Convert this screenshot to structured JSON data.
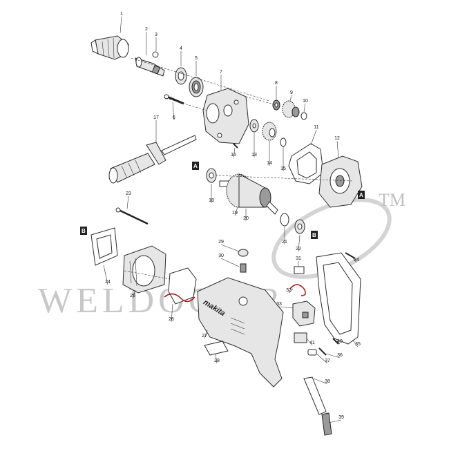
{
  "brand_label": "makita",
  "watermark": {
    "text": "WELDOCIPR",
    "trademark": "TM"
  },
  "ref_markers": [
    "A",
    "B"
  ],
  "parts": [
    {
      "num": "1",
      "name": "drill-chuck"
    },
    {
      "num": "2",
      "name": "spindle"
    },
    {
      "num": "3",
      "name": "retaining-ring"
    },
    {
      "num": "4",
      "name": "ring"
    },
    {
      "num": "5",
      "name": "ball-bearing"
    },
    {
      "num": "6",
      "name": "screw"
    },
    {
      "num": "7",
      "name": "gear-housing"
    },
    {
      "num": "8",
      "name": "needle-bearing"
    },
    {
      "num": "9",
      "name": "spur-gear"
    },
    {
      "num": "10",
      "name": "washer"
    },
    {
      "num": "11",
      "name": "gasket"
    },
    {
      "num": "12",
      "name": "bearing-box"
    },
    {
      "num": "13",
      "name": "ring-spacer"
    },
    {
      "num": "14",
      "name": "helical-gear"
    },
    {
      "num": "15",
      "name": "retaining-ring-small"
    },
    {
      "num": "16",
      "name": "pin"
    },
    {
      "num": "17",
      "name": "side-grip"
    },
    {
      "num": "18",
      "name": "ball-bearing-a"
    },
    {
      "num": "19",
      "name": "armature"
    },
    {
      "num": "20",
      "name": "fan"
    },
    {
      "num": "21",
      "name": "insulation-washer"
    },
    {
      "num": "22",
      "name": "ball-bearing-b"
    },
    {
      "num": "23",
      "name": "long-screw"
    },
    {
      "num": "24",
      "name": "baffle-plate"
    },
    {
      "num": "25",
      "name": "field"
    },
    {
      "num": "26",
      "name": "brush-holder"
    },
    {
      "num": "27",
      "name": "motor-housing"
    },
    {
      "num": "28",
      "name": "name-plate"
    },
    {
      "num": "29",
      "name": "brush-holder-cap"
    },
    {
      "num": "30",
      "name": "carbon-brush"
    },
    {
      "num": "31",
      "name": "switch-lever"
    },
    {
      "num": "32",
      "name": "lead-wire"
    },
    {
      "num": "33",
      "name": "switch"
    },
    {
      "num": "34",
      "name": "tapping-screw"
    },
    {
      "num": "35",
      "name": "handle-cover"
    },
    {
      "num": "36",
      "name": "tapping-screw-small"
    },
    {
      "num": "37",
      "name": "strain-relief"
    },
    {
      "num": "38",
      "name": "cord-guard"
    },
    {
      "num": "39",
      "name": "cord"
    },
    {
      "num": "40",
      "name": "tapping-screw-cover"
    },
    {
      "num": "41",
      "name": "terminal"
    }
  ]
}
